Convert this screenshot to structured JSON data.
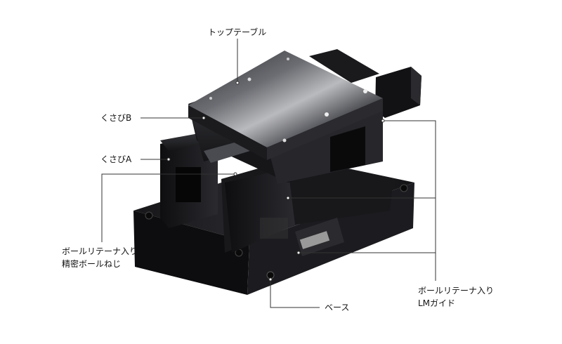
{
  "labels": {
    "top_table": "トップテーブル",
    "wedge_b": "くさびB",
    "wedge_a": "くさびA",
    "ball_screw_line1": "ボールリテーナ入り",
    "ball_screw_line2": "精密ボールねじ",
    "base": "ベース",
    "lm_guide_line1": "ボールリテーナ入り",
    "lm_guide_line2": "LMガイド"
  },
  "colors": {
    "background": "#ffffff",
    "leader_line": "#333333",
    "label_text": "#111111",
    "metal_dark": "#1b1b1e"
  }
}
